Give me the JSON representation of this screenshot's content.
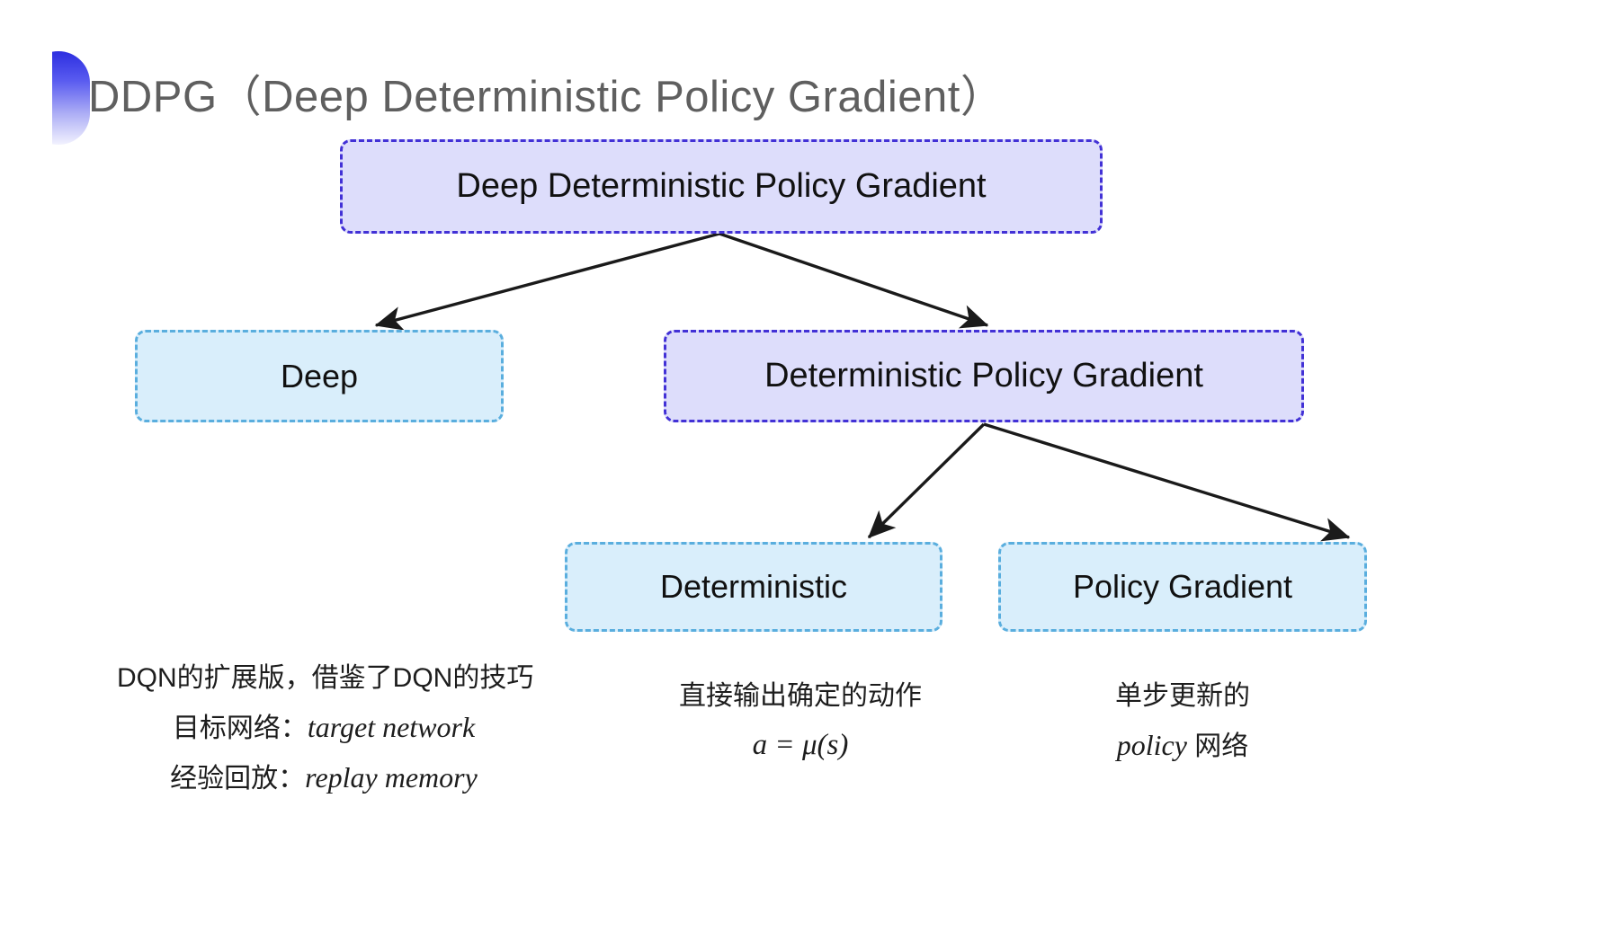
{
  "slide": {
    "title": "DDPG（Deep Deterministic Policy Gradient）",
    "background_color": "#ffffff",
    "title_color": "#5f5f5f",
    "bullet_gradient_from": "#2c2ee0",
    "bullet_gradient_to": "#f2f2fe"
  },
  "diagram": {
    "type": "tree",
    "node_colors": {
      "purple_fill": "#ddddfb",
      "purple_border": "#4231d6",
      "cyan_fill": "#d9eefb",
      "cyan_border": "#5aaede",
      "arrow_color": "#1a1a1a"
    },
    "nodes": {
      "root": {
        "label": "Deep Deterministic Policy Gradient",
        "style": "purple"
      },
      "deep": {
        "label": "Deep",
        "style": "cyan"
      },
      "dpg": {
        "label": "Deterministic Policy Gradient",
        "style": "purple"
      },
      "deterministic": {
        "label": "Deterministic",
        "style": "cyan"
      },
      "policy_gradient": {
        "label": "Policy Gradient",
        "style": "cyan"
      }
    },
    "edges": [
      {
        "from": "root",
        "to": "deep"
      },
      {
        "from": "root",
        "to": "dpg"
      },
      {
        "from": "dpg",
        "to": "deterministic"
      },
      {
        "from": "dpg",
        "to": "policy_gradient"
      }
    ]
  },
  "captions": {
    "deep": {
      "line1": "DQN的扩展版，借鉴了DQN的技巧",
      "line2_label": "目标网络：",
      "line2_term": "target network",
      "line3_label": "经验回放：",
      "line3_term": "replay memory"
    },
    "deterministic": {
      "line1": "直接输出确定的动作",
      "formula": "a = μ(s)"
    },
    "policy_gradient": {
      "line1": "单步更新的",
      "line2_term": "policy",
      "line2_suffix": " 网络"
    }
  }
}
